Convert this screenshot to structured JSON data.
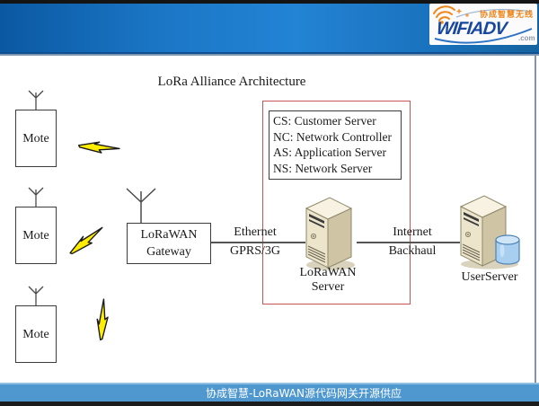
{
  "colors": {
    "header_blue": "#1b77c6",
    "footer_blue": "#4e97cf",
    "frame_gray": "#7e96b0",
    "highlight_red": "#c65555",
    "bolt_yellow": "#ffee00",
    "server_beige": "#ece4cb",
    "database_blue": "#a8cfef",
    "logo_orange": "#f08519",
    "logo_blue": "#17479e"
  },
  "header": {
    "logo": {
      "brand": "WIFIADV",
      "suffix": ".com",
      "tagline": "协成智慧无线"
    }
  },
  "diagram": {
    "title": "LoRa Alliance Architecture",
    "motes": [
      {
        "label": "Mote"
      },
      {
        "label": "Mote"
      },
      {
        "label": "Mote"
      }
    ],
    "gateway": {
      "line1": "LoRaWAN",
      "line2": "Gateway"
    },
    "ethernet_link": {
      "line1": "Ethernet",
      "line2": "GPRS/3G"
    },
    "internet_link": {
      "line1": "Internet",
      "line2": "Backhaul"
    },
    "lorawan_server": {
      "line1": "LoRaWAN",
      "line2": "Server"
    },
    "user_server": {
      "label": "UserServer"
    },
    "legend": {
      "items": [
        "CS: Customer Server",
        "NC: Network Controller",
        "AS: Application Server",
        "NS: Network Server"
      ]
    }
  },
  "footer": {
    "caption": "协成智慧-LoRaWAN源代码网关开源供应"
  }
}
